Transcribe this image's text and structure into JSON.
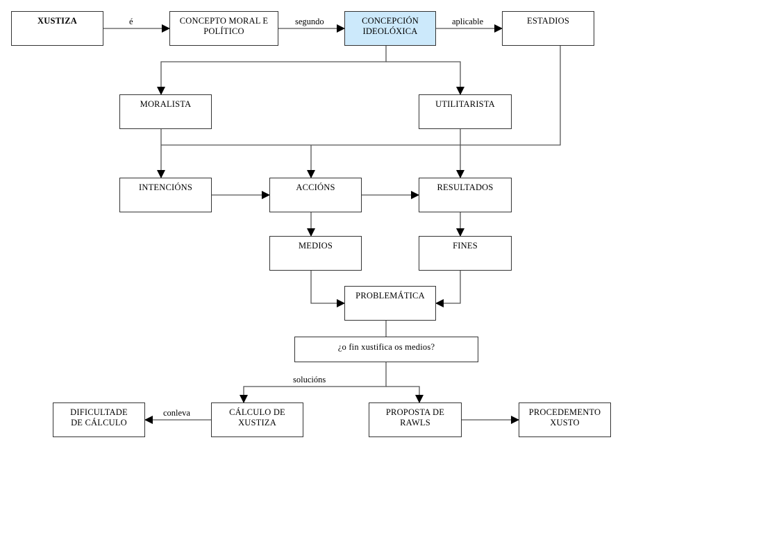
{
  "diagram": {
    "nodes": {
      "xustiza": "XUSTIZA",
      "concepto": "CONCEPTO MORAL E\nPOLÍTICO",
      "concepcion": "CONCEPCIÓN\nIDEOLÓXICA",
      "estados": "ESTADIOS",
      "moralista": "MORALISTA",
      "utilitarista": "UTILITARISTA",
      "intencions": "INTENCIÓNS",
      "accions": "ACCIÓNS",
      "resultados": "RESULTADOS",
      "medios": "MEDIOS",
      "fines": "FINES",
      "problematica": "PROBLEMÁTICA",
      "pregunta": "¿o fin xustifica os medios?",
      "dificultade": "DIFICULTADE\nDE CÁLCULO",
      "calculo": "CÁLCULO DE\nXUSTIZA",
      "rawls": "PROPOSTA DE\nRAWLS",
      "procedemento": "PROCEDEMENTO\nXUSTO"
    },
    "edge_labels": {
      "e": "é",
      "segundo": "segundo",
      "aplicable": "aplicable",
      "solucions": "solucións",
      "conleva": "conleva"
    },
    "colors": {
      "highlight": "#cce9fb",
      "border": "#333333",
      "line": "#555555"
    }
  }
}
